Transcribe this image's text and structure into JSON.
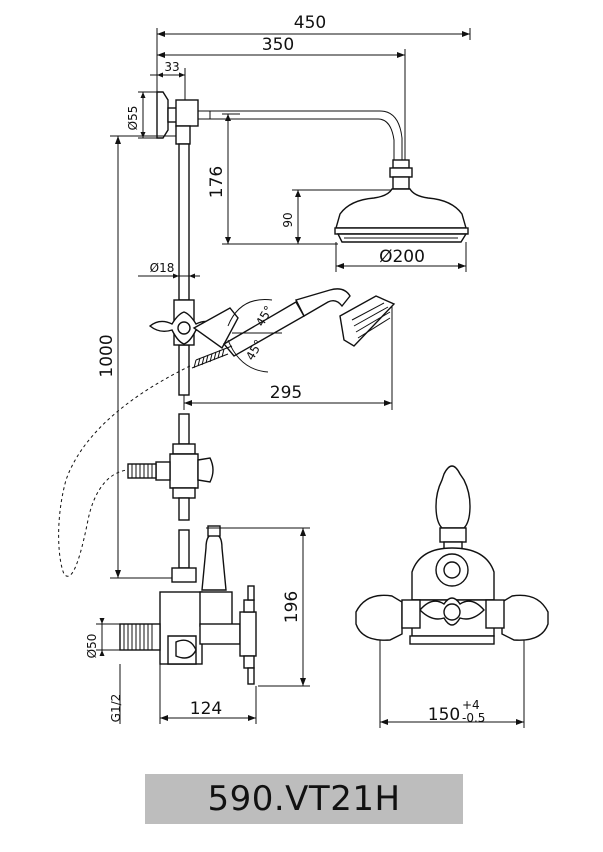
{
  "diagram": {
    "dimensions": {
      "overall_width": "450",
      "head_reach": "350",
      "wall_offset": "33",
      "flange_diameter": "Ø55",
      "arm_drop": "176",
      "head_height": "90",
      "head_diameter": "Ø200",
      "rail_diameter": "Ø18",
      "handset_angle_top": "45°",
      "handset_angle_bottom": "45°",
      "handset_reach": "295",
      "riser_height": "1000",
      "valve_height": "196",
      "inlet_diameter": "Ø50",
      "valve_depth": "124",
      "thread": "G1/2",
      "centres": "150",
      "centres_tolerance_plus": "+4",
      "centres_tolerance_minus": "-0.5"
    },
    "product_code": "590.VT21H"
  }
}
